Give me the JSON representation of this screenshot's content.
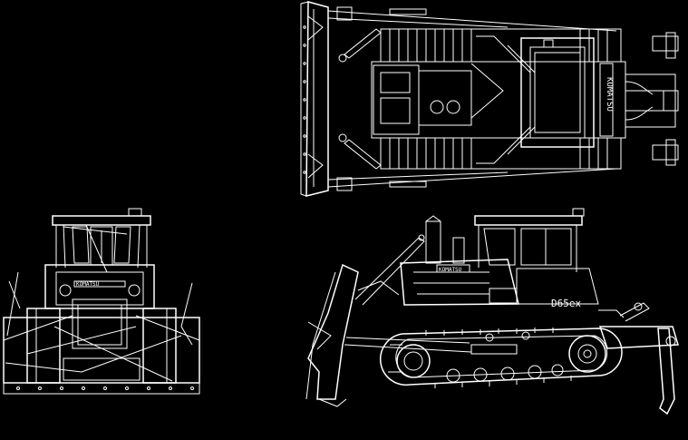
{
  "drawing": {
    "background": "#000000",
    "line_color": "#ffffff",
    "views": {
      "top": {
        "brand_text": "KOMATSU"
      },
      "front": {
        "brand_text": "KOMATSU"
      },
      "side": {
        "brand_text": "KOMATSU",
        "model_label": "D65ex"
      }
    }
  }
}
